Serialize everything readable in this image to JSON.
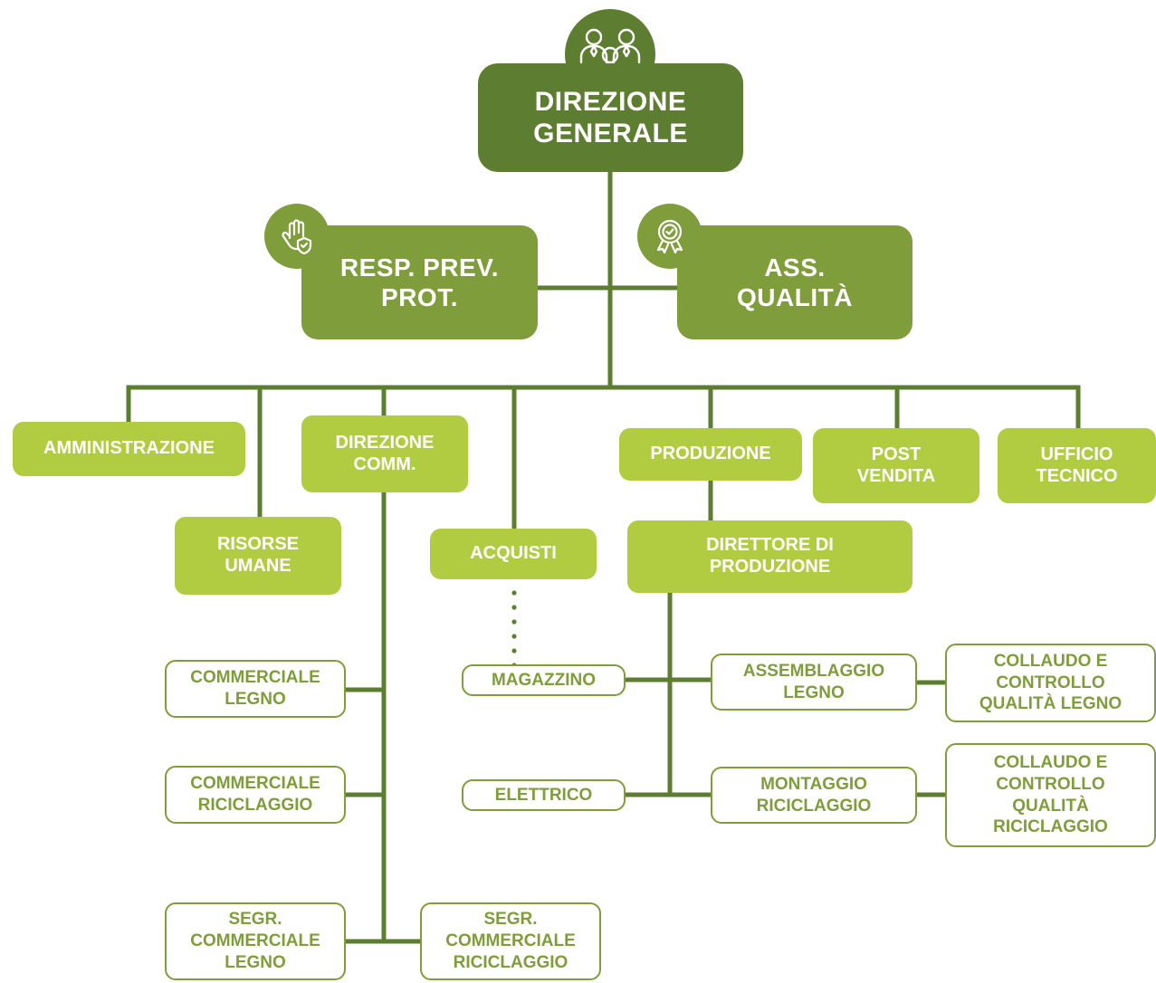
{
  "colors": {
    "dark_green": "#5d7e30",
    "mid_green": "#7f9d3a",
    "light_green": "#b1cc41",
    "connector": "#5d7e30",
    "outline_text": "#7f9d3a"
  },
  "icons": {
    "top": "team-people-icon",
    "resp_prev": "hand-shield-icon",
    "ass_qualita": "quality-badge-icon"
  },
  "boxes": {
    "direzione_generale": "DIREZIONE\nGENERALE",
    "resp_prev_prot": "RESP. PREV.\nPROT.",
    "ass_qualita": "ASS.\nQUALITÀ",
    "amministrazione": "AMMINISTRAZIONE",
    "risorse_umane": "RISORSE\nUMANE",
    "direzione_comm": "DIREZIONE\nCOMM.",
    "acquisti": "ACQUISTI",
    "produzione": "PRODUZIONE",
    "post_vendita": "POST\nVENDITA",
    "ufficio_tecnico": "UFFICIO\nTECNICO",
    "direttore_produzione": "DIRETTORE DI\nPRODUZIONE",
    "commerciale_legno": "COMMERCIALE\nLEGNO",
    "commerciale_riciclaggio": "COMMERCIALE\nRICICLAGGIO",
    "segr_commerciale_legno": "SEGR.\nCOMMERCIALE\nLEGNO",
    "segr_commerciale_riciclaggio": "SEGR.\nCOMMERCIALE\nRICICLAGGIO",
    "magazzino": "MAGAZZINO",
    "elettrico": "ELETTRICO",
    "assemblaggio_legno": "ASSEMBLAGGIO\nLEGNO",
    "montaggio_riciclaggio": "MONTAGGIO\nRICICLAGGIO",
    "collaudo_legno": "COLLAUDO E\nCONTROLLO\nQUALITÀ LEGNO",
    "collaudo_riciclaggio": "COLLAUDO E\nCONTROLLO\nQUALITÀ\nRICICLAGGIO"
  }
}
